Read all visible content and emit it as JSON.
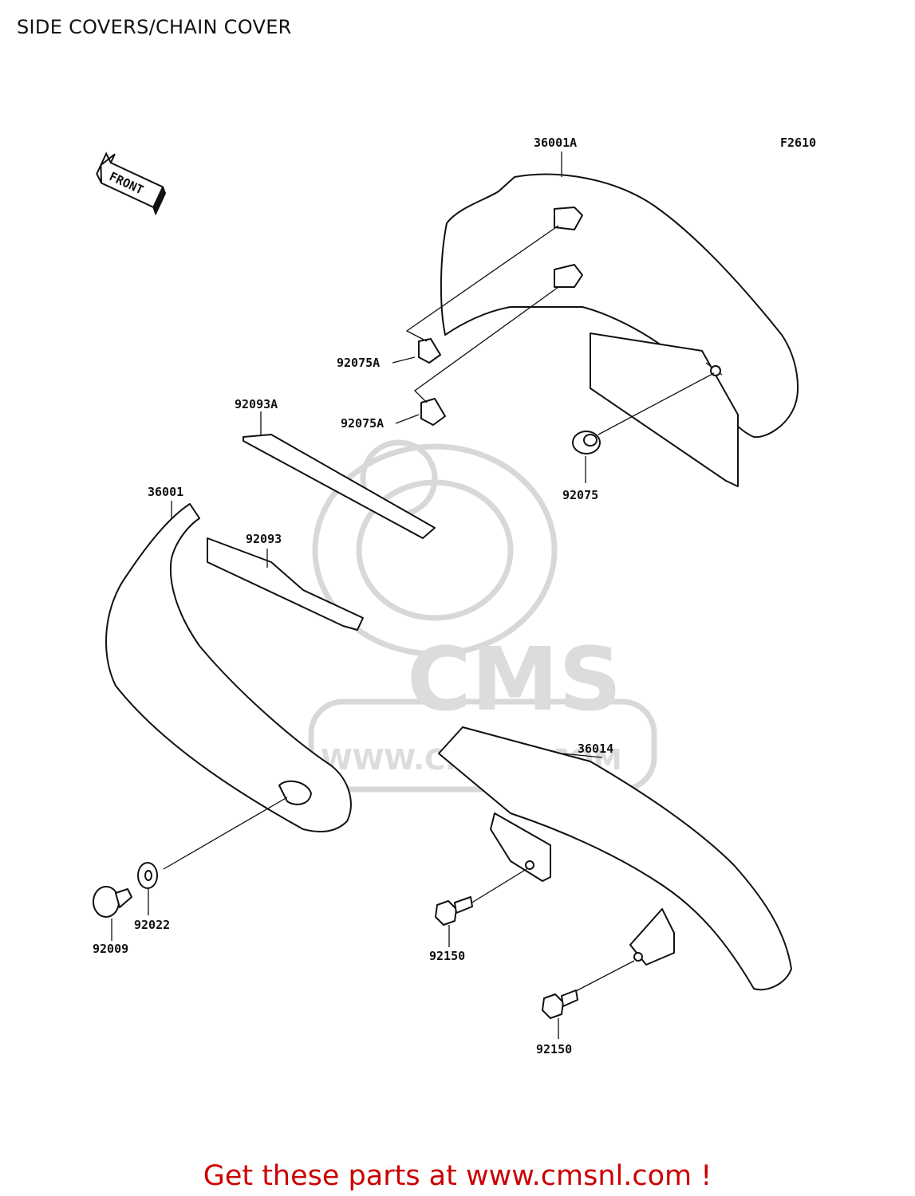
{
  "title": "SIDE COVERS/CHAIN COVER",
  "diagram_code": "F2610",
  "front_arrow_label": "FRONT",
  "watermark": {
    "brand": "CMS",
    "url": "WWW.CMSNL.COM"
  },
  "part_labels": {
    "p36001A": "36001A",
    "p92075A_1": "92075A",
    "p92075A_2": "92075A",
    "p92075": "92075",
    "p92093A": "92093A",
    "p36001": "36001",
    "p92093": "92093",
    "p36014": "36014",
    "p92022": "92022",
    "p92009": "92009",
    "p92150_1": "92150",
    "p92150_2": "92150"
  },
  "footer": {
    "text": "Get these parts at www.cmsnl.com !",
    "color": "#cc0000"
  }
}
